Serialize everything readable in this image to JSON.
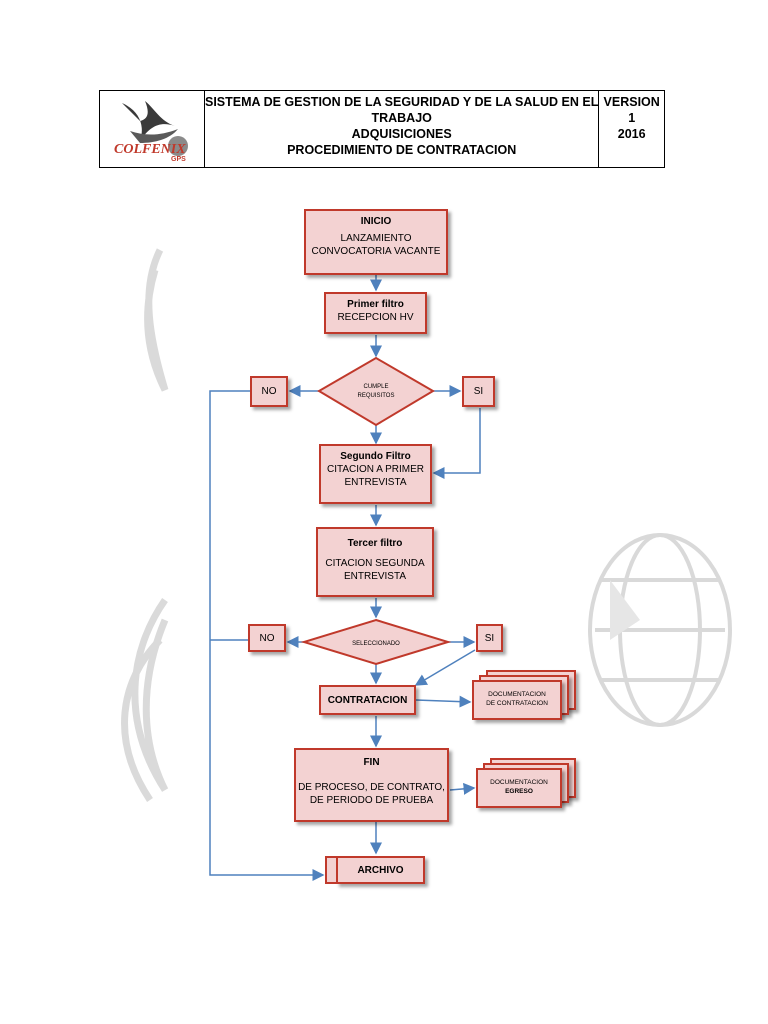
{
  "header": {
    "logo_text": "COLFENIX",
    "logo_sub": "GPS",
    "title_lines": [
      "SISTEMA DE GESTION DE LA SEGURIDAD Y DE LA SALUD EN EL",
      "TRABAJO",
      "ADQUISICIONES",
      "PROCEDIMIENTO DE CONTRATACION"
    ],
    "version_label": "VERSION 1",
    "version_year": "2016"
  },
  "flow": {
    "inicio": {
      "title": "INICIO",
      "lines": [
        "LANZAMIENTO",
        "CONVOCATORIA VACANTE"
      ]
    },
    "primer": {
      "title": "Primer filtro",
      "text": "RECEPCION HV"
    },
    "decision1": {
      "lines": [
        "CUMPLE",
        "REQUISITOS"
      ]
    },
    "no1": "NO",
    "si1": "SI",
    "segundo": {
      "title": "Segundo Filtro",
      "lines": [
        "CITACION A PRIMER",
        "ENTREVISTA"
      ]
    },
    "tercer": {
      "title": "Tercer filtro",
      "lines": [
        "CITACION SEGUNDA",
        "ENTREVISTA"
      ]
    },
    "decision2": "SELECCIONADO",
    "no2": "NO",
    "si2": "SI",
    "contratacion": "CONTRATACION",
    "doc1": {
      "lines": [
        "DOCUMENTACION",
        "DE CONTRATACION"
      ]
    },
    "fin": {
      "title": "FIN",
      "lines": [
        "DE PROCESO, DE CONTRATO,",
        "DE PERIODO DE PRUEBA"
      ]
    },
    "doc2": {
      "lines": [
        "DOCUMENTACION",
        "EGRESO"
      ]
    },
    "archivo": "ARCHIVO"
  },
  "colors": {
    "node_fill": "#f3d2d2",
    "node_border": "#c0392b",
    "connector": "#4f81bd"
  }
}
